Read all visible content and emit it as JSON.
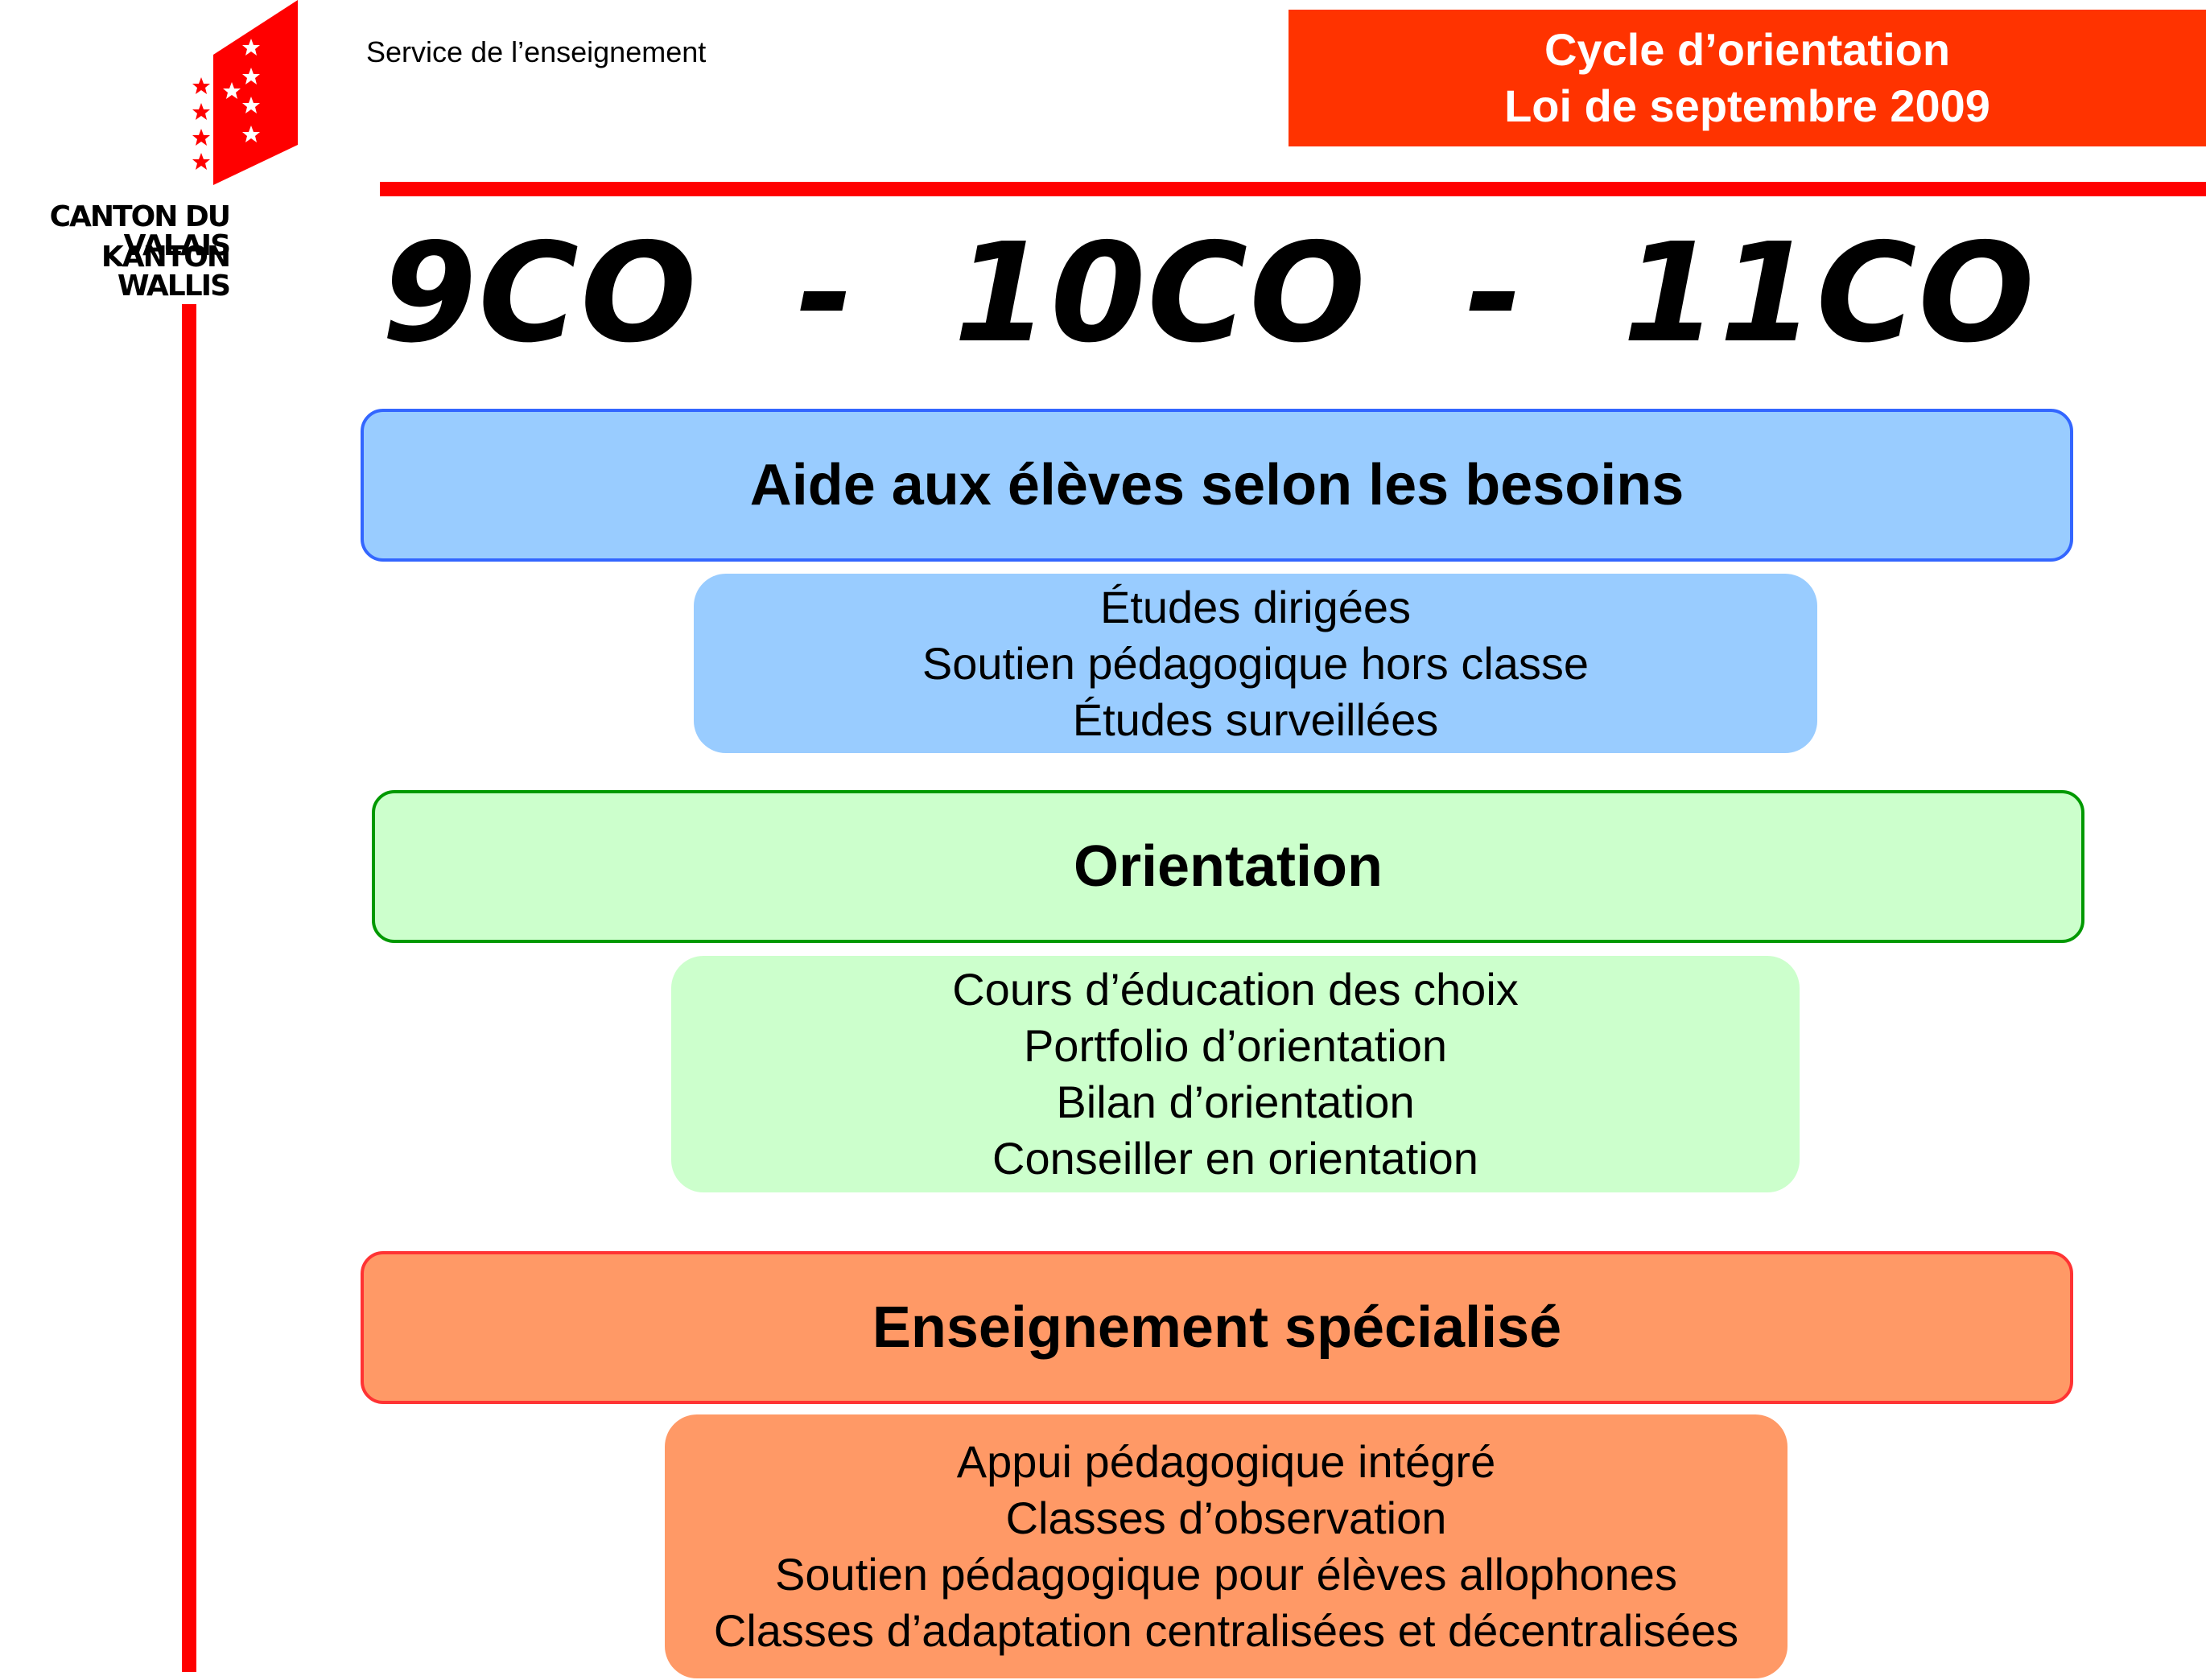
{
  "header": {
    "logo_line1": "CANTON DU VALAIS",
    "logo_line2": "KANTON WALLIS",
    "service": "Service de l’enseignement",
    "title_line1": "Cycle d’orientation",
    "title_line2": "Loi de septembre 2009"
  },
  "main_title": "9CO  -  10CO  -  11CO",
  "sections": [
    {
      "heading": "Aide aux élèves selon les besoins",
      "items": [
        "Études dirigées",
        "Soutien pédagogique hors classe",
        "Études surveillées"
      ]
    },
    {
      "heading": "Orientation",
      "items": [
        "Cours d’éducation des choix",
        "Portfolio d’orientation",
        "Bilan d’orientation",
        "Conseiller en orientation"
      ]
    },
    {
      "heading": "Enseignement spécialisé",
      "items": [
        "Appui pédagogique intégré",
        "Classes d’observation",
        "Soutien pédagogique pour élèves allophones",
        "Classes d’adaptation centralisées et décentralisées"
      ]
    }
  ],
  "colors": {
    "valais_red": "#ff0000",
    "title_box": "#ff3300",
    "section1_fill": "#99ccff",
    "section1_border": "#3366ff",
    "section2_fill": "#ccffcc",
    "section2_border": "#009900",
    "section3_fill": "#ff9966",
    "section3_border": "#ff3333"
  }
}
